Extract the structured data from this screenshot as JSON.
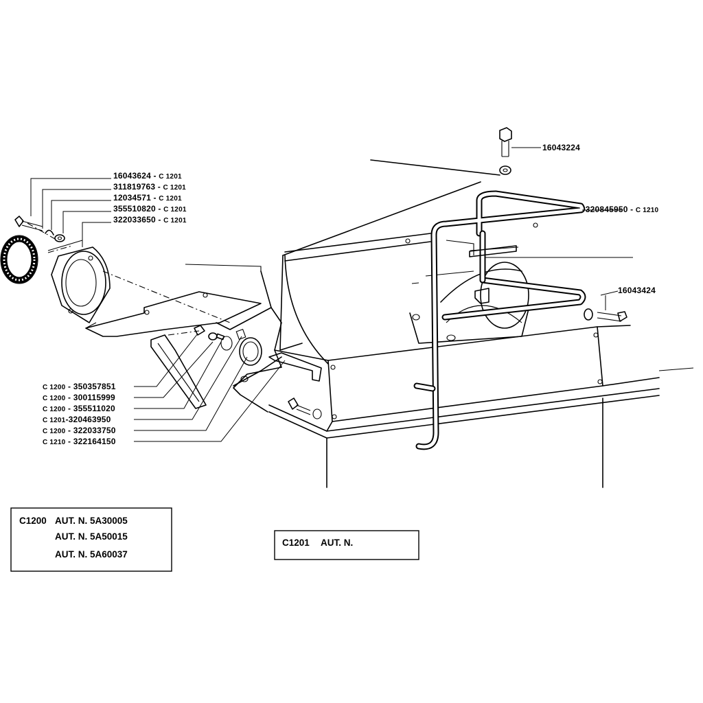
{
  "callouts_left_top": [
    {
      "part": "16043624",
      "model": "C 1201"
    },
    {
      "part": "311819763",
      "model": "C 1201"
    },
    {
      "part": "12034571",
      "model": "C 1201"
    },
    {
      "part": "355510820",
      "model": "C 1201"
    },
    {
      "part": "322033650",
      "model": "C 1201"
    }
  ],
  "callouts_left_bottom": [
    {
      "model": "C 1200",
      "part": "350357851"
    },
    {
      "model": "C 1200",
      "part": "300115999"
    },
    {
      "model": "C 1200",
      "part": "355511020"
    },
    {
      "model": "C 1201",
      "part": "320463950"
    },
    {
      "model": "C 1200",
      "part": "322033750"
    },
    {
      "model": "C 1210",
      "part": "322164150"
    }
  ],
  "callouts_right": {
    "bolt_top": "16043224",
    "handle_bar": {
      "part": "320845950",
      "model": "C 1210"
    },
    "bolt_side": "16043424"
  },
  "serial_box_c1200": {
    "model": "C1200",
    "lines": [
      "AUT. N. 5A30005",
      "AUT. N. 5A50015",
      "AUT. N. 5A60037"
    ]
  },
  "serial_box_c1201": {
    "model": "C1201",
    "text": "AUT. N."
  }
}
